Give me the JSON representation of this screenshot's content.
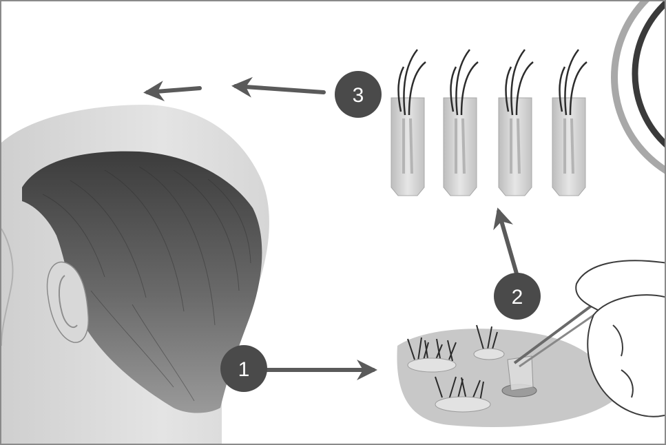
{
  "steps": [
    {
      "number": "1"
    },
    {
      "number": "2"
    },
    {
      "number": "3"
    }
  ],
  "colors": {
    "step_badge": "#4a4a4a",
    "arrow": "#5a5a5a",
    "hair_dark": "#3a3a3a",
    "skin": "#dadada",
    "follicle": "#cfcfcf"
  }
}
